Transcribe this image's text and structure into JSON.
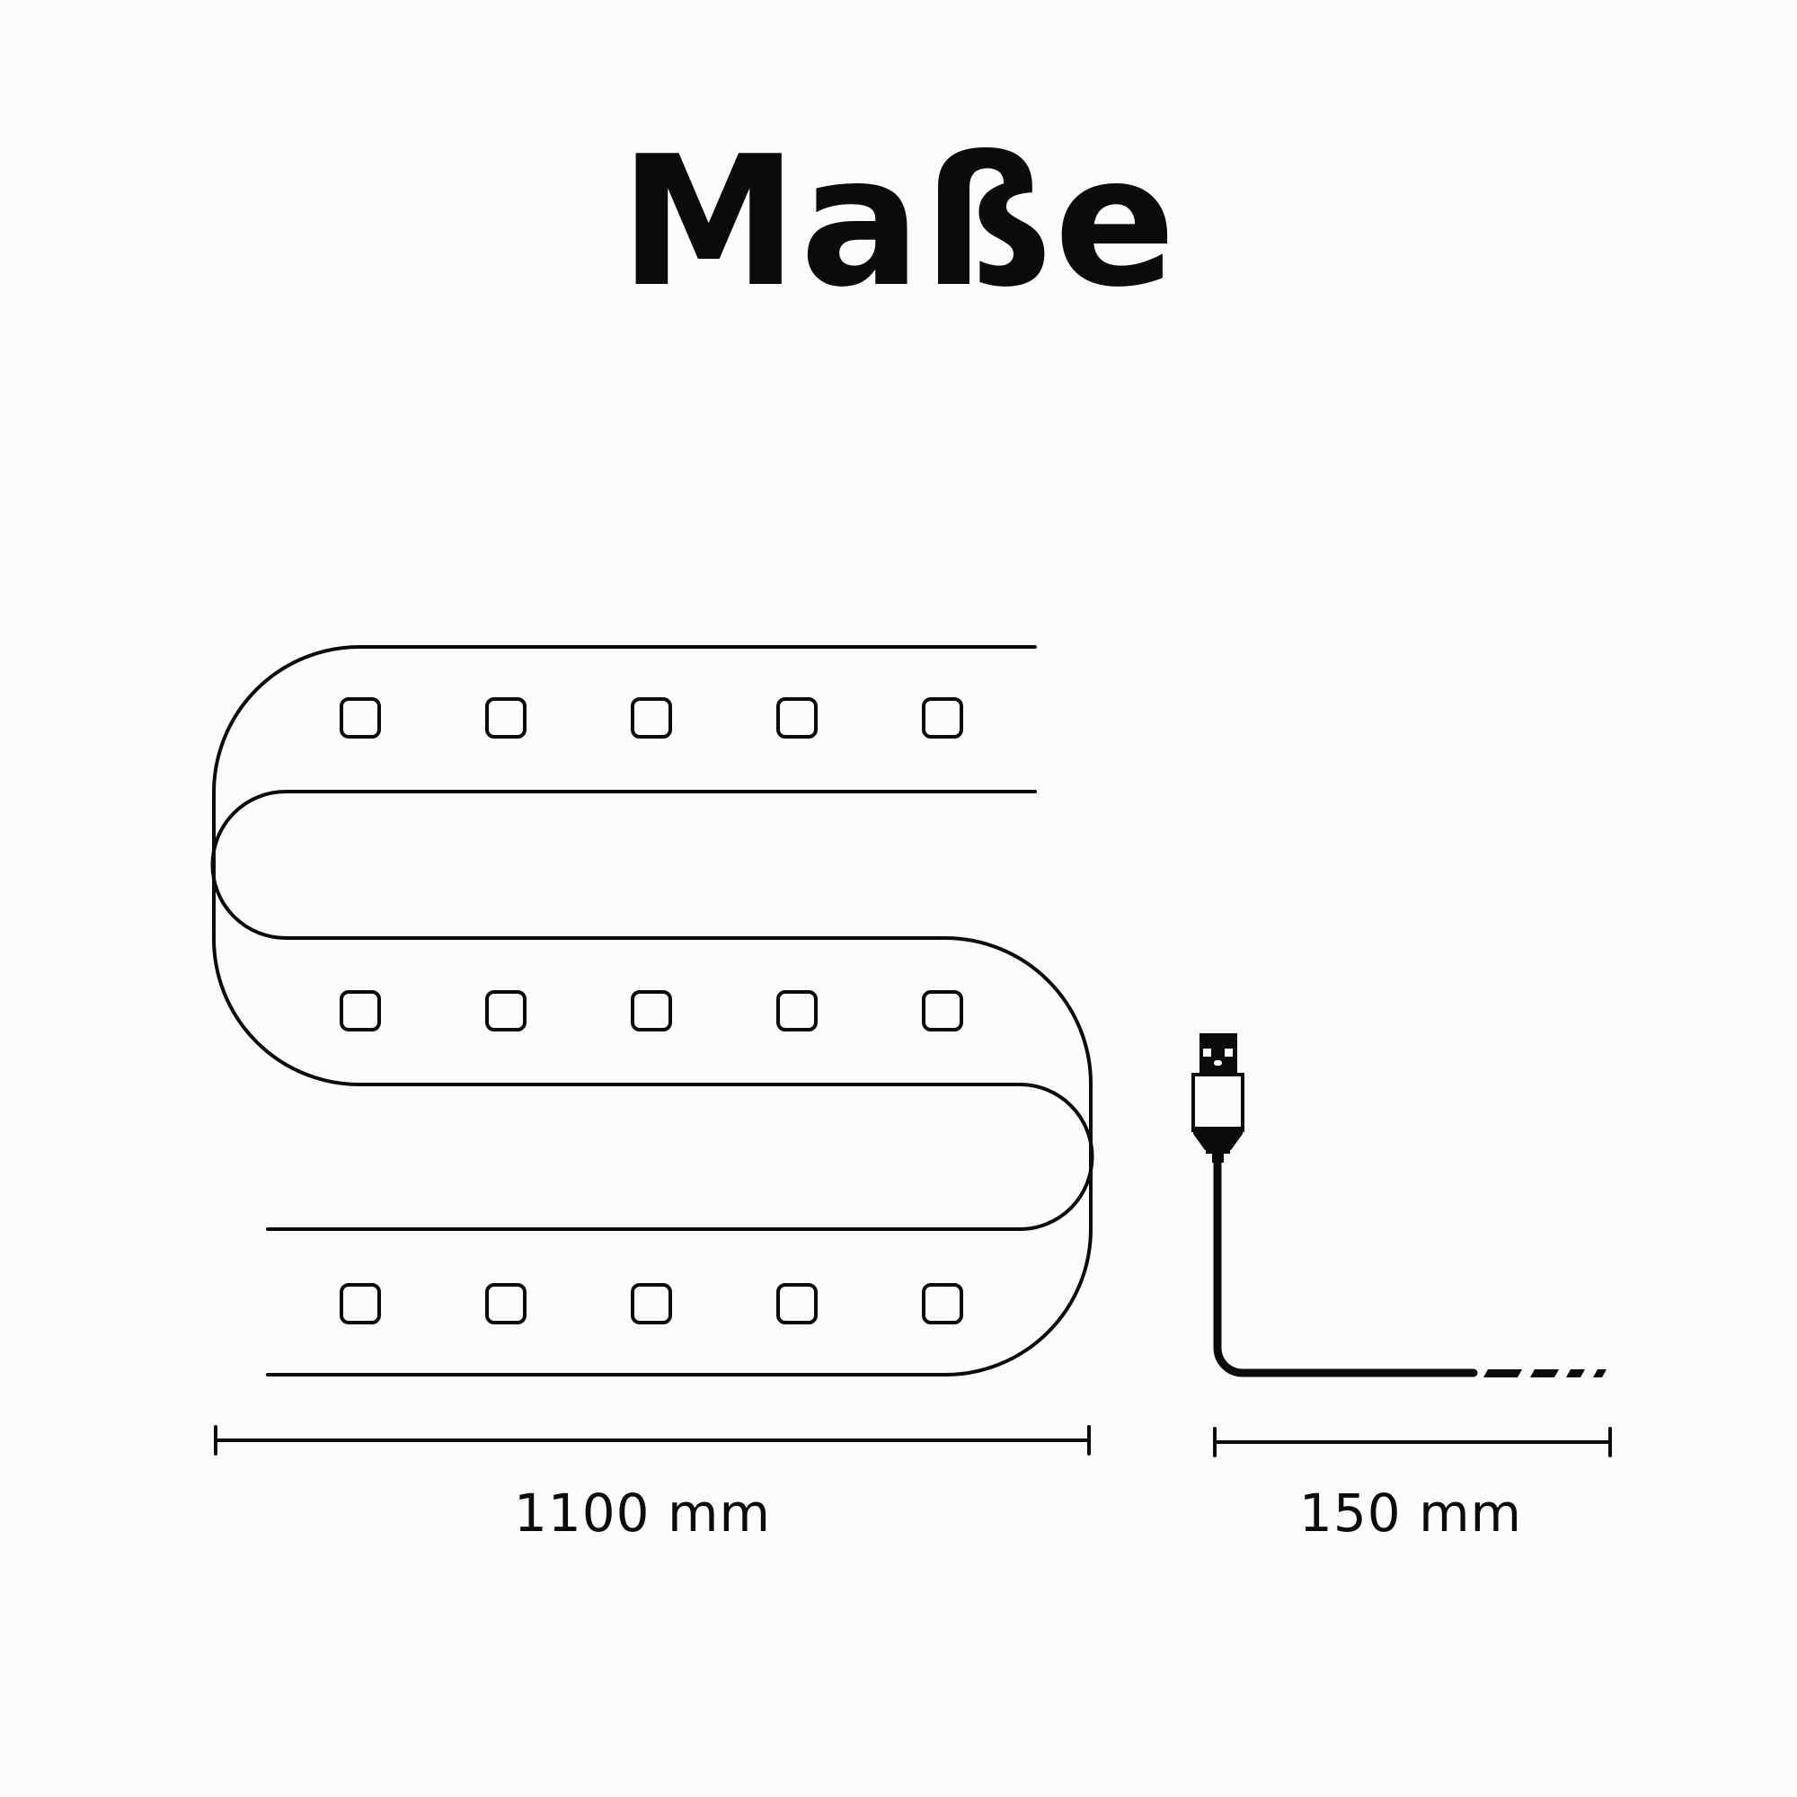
{
  "title": "Maße",
  "dimensions": {
    "strip_length": "1100 mm",
    "cable_length": "150 mm"
  },
  "colors": {
    "background": "#fcfcfb",
    "ink": "#0b0b0b"
  },
  "icons": {
    "led": "rounded-square",
    "connector": "usb-a-plug"
  }
}
